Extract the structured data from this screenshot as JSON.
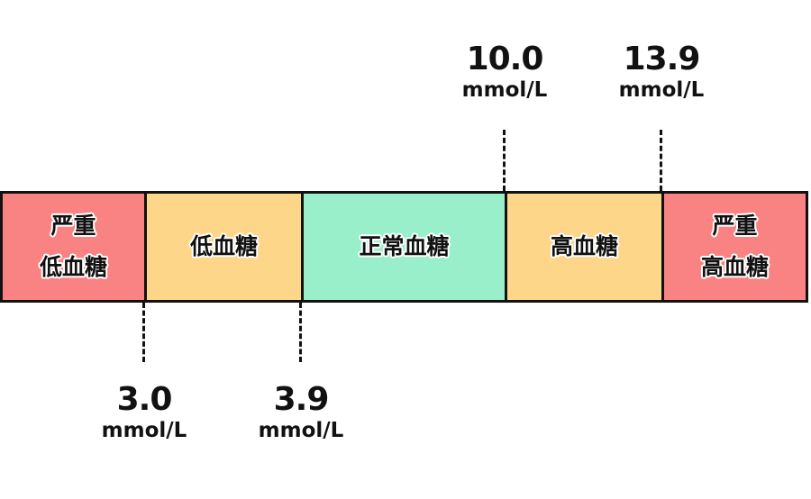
{
  "segments": [
    {
      "line1": "严重",
      "line2": "低血糖",
      "color": "#f98282"
    },
    {
      "line1": "低血糖",
      "color": "#fdd68a"
    },
    {
      "line1": "正常血糖",
      "color": "#98efca"
    },
    {
      "line1": "高血糖",
      "color": "#fdd68a"
    },
    {
      "line1": "严重",
      "line2": "高血糖",
      "color": "#f98282"
    }
  ],
  "thresholds": [
    {
      "value": "3.0",
      "unit": "mmol/L",
      "position": "bottom"
    },
    {
      "value": "3.9",
      "unit": "mmol/L",
      "position": "bottom"
    },
    {
      "value": "10.0",
      "unit": "mmol/L",
      "position": "top"
    },
    {
      "value": "13.9",
      "unit": "mmol/L",
      "position": "top"
    }
  ]
}
